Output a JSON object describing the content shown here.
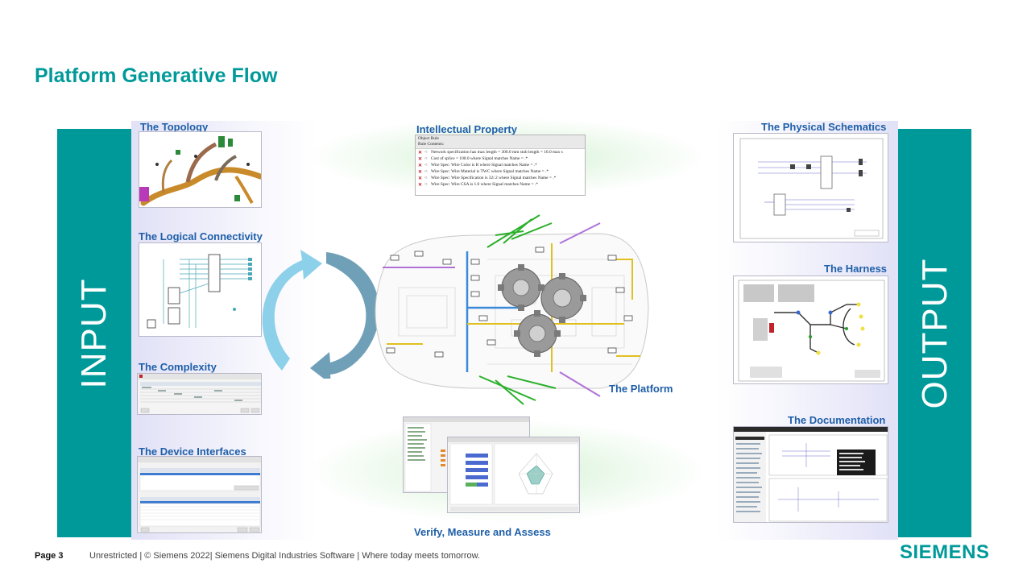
{
  "title": "Platform Generative Flow",
  "input_bar": {
    "label": "INPUT"
  },
  "output_bar": {
    "label": "OUTPUT"
  },
  "inputs": [
    {
      "label": "The Topology"
    },
    {
      "label": "The Logical Connectivity"
    },
    {
      "label": "The Complexity"
    },
    {
      "label": "The Device Interfaces"
    }
  ],
  "outputs": [
    {
      "label": "The Physical Schematics"
    },
    {
      "label": "The Harness"
    },
    {
      "label": "The Documentation"
    }
  ],
  "center": {
    "ip_label": "Intellectual Property",
    "platform_label": "The Platform",
    "verify_label": "Verify, Measure and Assess"
  },
  "ip_panel": {
    "header_1": "Object Rule",
    "header_2": "Rule Contents:",
    "rules": [
      "Network specification has max length = 300.0 mm stub length = 10.0 max s",
      "Cost of splice = 100.0 where Signal matches Name = .*",
      "Wire Spec: Wire Color is R where Signal matches Name = .*",
      "Wire Spec: Wire Material is TWC where Signal matches Name = .*",
      "Wire Spec: Wire Specification is 32/.2 where Signal matches Name = .*",
      "Wire Spec: Wire CSA is 1.0 where Signal matches Name = .*"
    ]
  },
  "colors": {
    "teal": "#009999",
    "label_blue": "#1f5fa8",
    "arrow": "#7ec8e0"
  },
  "footer": {
    "page": "Page 3",
    "text": "Unrestricted | © Siemens 2022| Siemens Digital Industries Software | Where today meets tomorrow."
  },
  "logo": "SIEMENS"
}
